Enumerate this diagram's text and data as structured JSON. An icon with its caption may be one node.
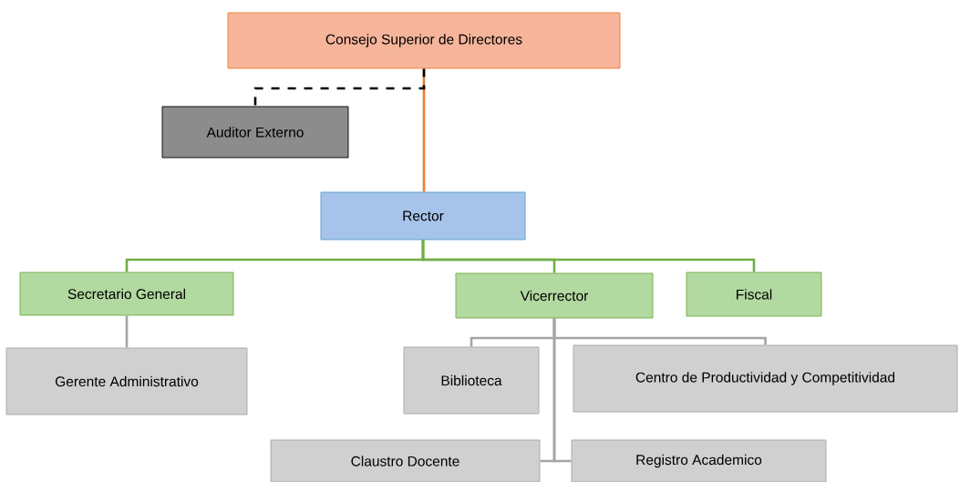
{
  "diagram": {
    "nodes": [
      {
        "text": [
          "Consejo Superior de Directores"
        ]
      },
      {
        "text": [
          "Auditor Externo"
        ]
      },
      {
        "text": [
          "Rector"
        ]
      },
      {
        "text": [
          "Secretario General"
        ]
      },
      {
        "text": [
          "Vicerrector"
        ]
      },
      {
        "text": [
          "Fiscal"
        ]
      },
      {
        "text": [
          "Gerente Administrativo"
        ]
      },
      {
        "text": [
          "Biblioteca"
        ]
      },
      {
        "text": [
          "Centro de Productividad y Competitividad"
        ]
      },
      {
        "text": [
          "Claustro Docente"
        ]
      },
      {
        "text": [
          "Registro Academico"
        ]
      }
    ],
    "edges": [
      {
        "from": 0,
        "to": 2,
        "arrow": "none",
        "color": "#ed7d31"
      },
      {
        "from": 0,
        "to": 1,
        "arrow": "none",
        "style": "dashed",
        "color": "#000000"
      },
      {
        "from": 2,
        "to": 3,
        "arrow": "none",
        "color": "#70ad47"
      },
      {
        "from": 2,
        "to": 4,
        "arrow": "none",
        "color": "#70ad47"
      },
      {
        "from": 2,
        "to": 5,
        "arrow": "none",
        "color": "#70ad47"
      },
      {
        "from": 3,
        "to": 6,
        "arrow": "none"
      },
      {
        "from": 4,
        "to": 7,
        "arrow": "none"
      },
      {
        "from": 4,
        "to": 8,
        "arrow": "none"
      },
      {
        "from": 4,
        "to": 9,
        "arrow": "none"
      },
      {
        "from": 4,
        "to": 10,
        "arrow": "none"
      }
    ]
  }
}
